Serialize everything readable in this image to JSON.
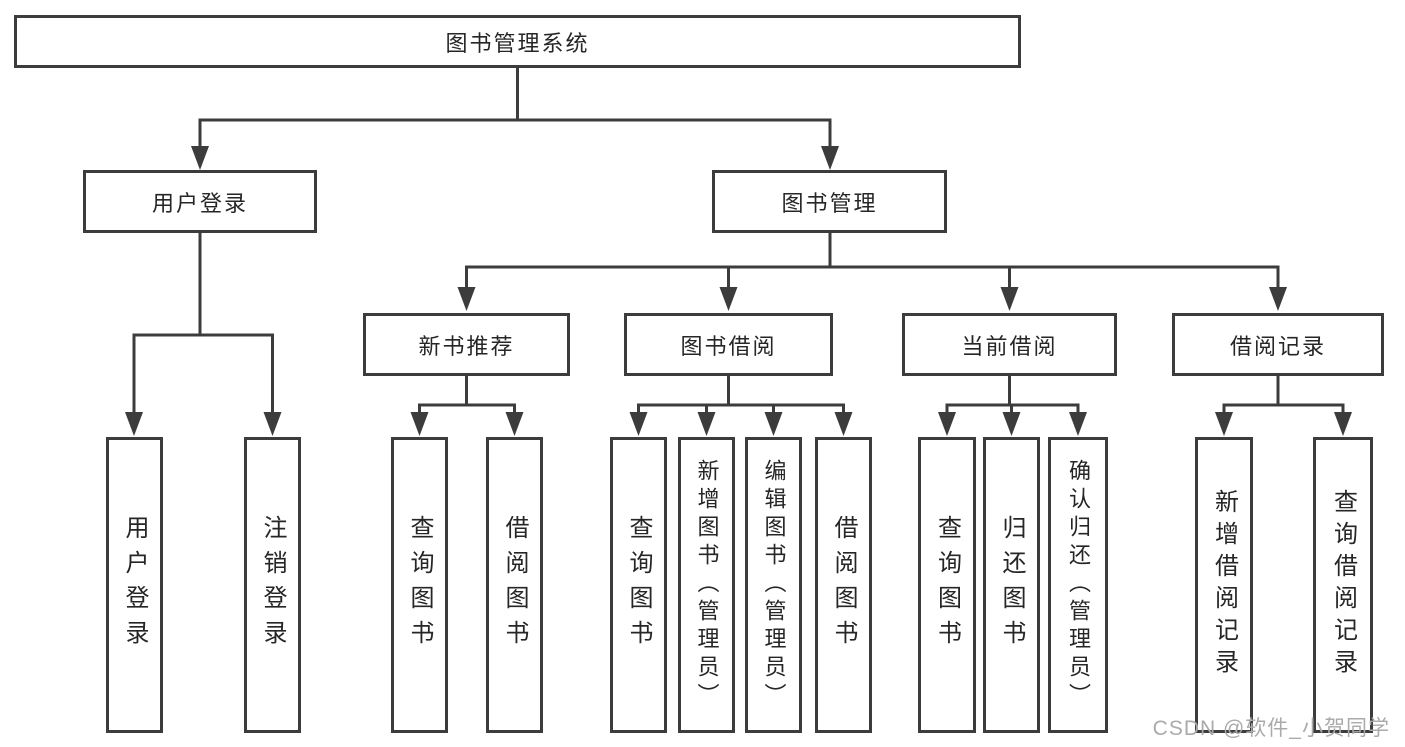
{
  "tree": {
    "label": "图书管理系统",
    "children": [
      {
        "label": "用户登录",
        "children": [
          {
            "label": "用户登录"
          },
          {
            "label": "注销登录"
          }
        ]
      },
      {
        "label": "图书管理",
        "children": [
          {
            "label": "新书推荐",
            "children": [
              {
                "label": "查询图书"
              },
              {
                "label": "借阅图书"
              }
            ]
          },
          {
            "label": "图书借阅",
            "children": [
              {
                "label": "查询图书"
              },
              {
                "label": "新增图书（管理员）"
              },
              {
                "label": "编辑图书（管理员）"
              },
              {
                "label": "借阅图书"
              }
            ]
          },
          {
            "label": "当前借阅",
            "children": [
              {
                "label": "查询图书"
              },
              {
                "label": "归还图书"
              },
              {
                "label": "确认归还（管理员）"
              }
            ]
          },
          {
            "label": "借阅记录",
            "children": [
              {
                "label": "新增借阅记录"
              },
              {
                "label": "查询借阅记录"
              }
            ]
          }
        ]
      }
    ]
  },
  "watermark": {
    "text": "CSDN @软件_小贺同学"
  },
  "colors": {
    "line": "#3c3c3c",
    "text": "#262626",
    "watermark": "#aaaaaa",
    "background": "#ffffff"
  }
}
